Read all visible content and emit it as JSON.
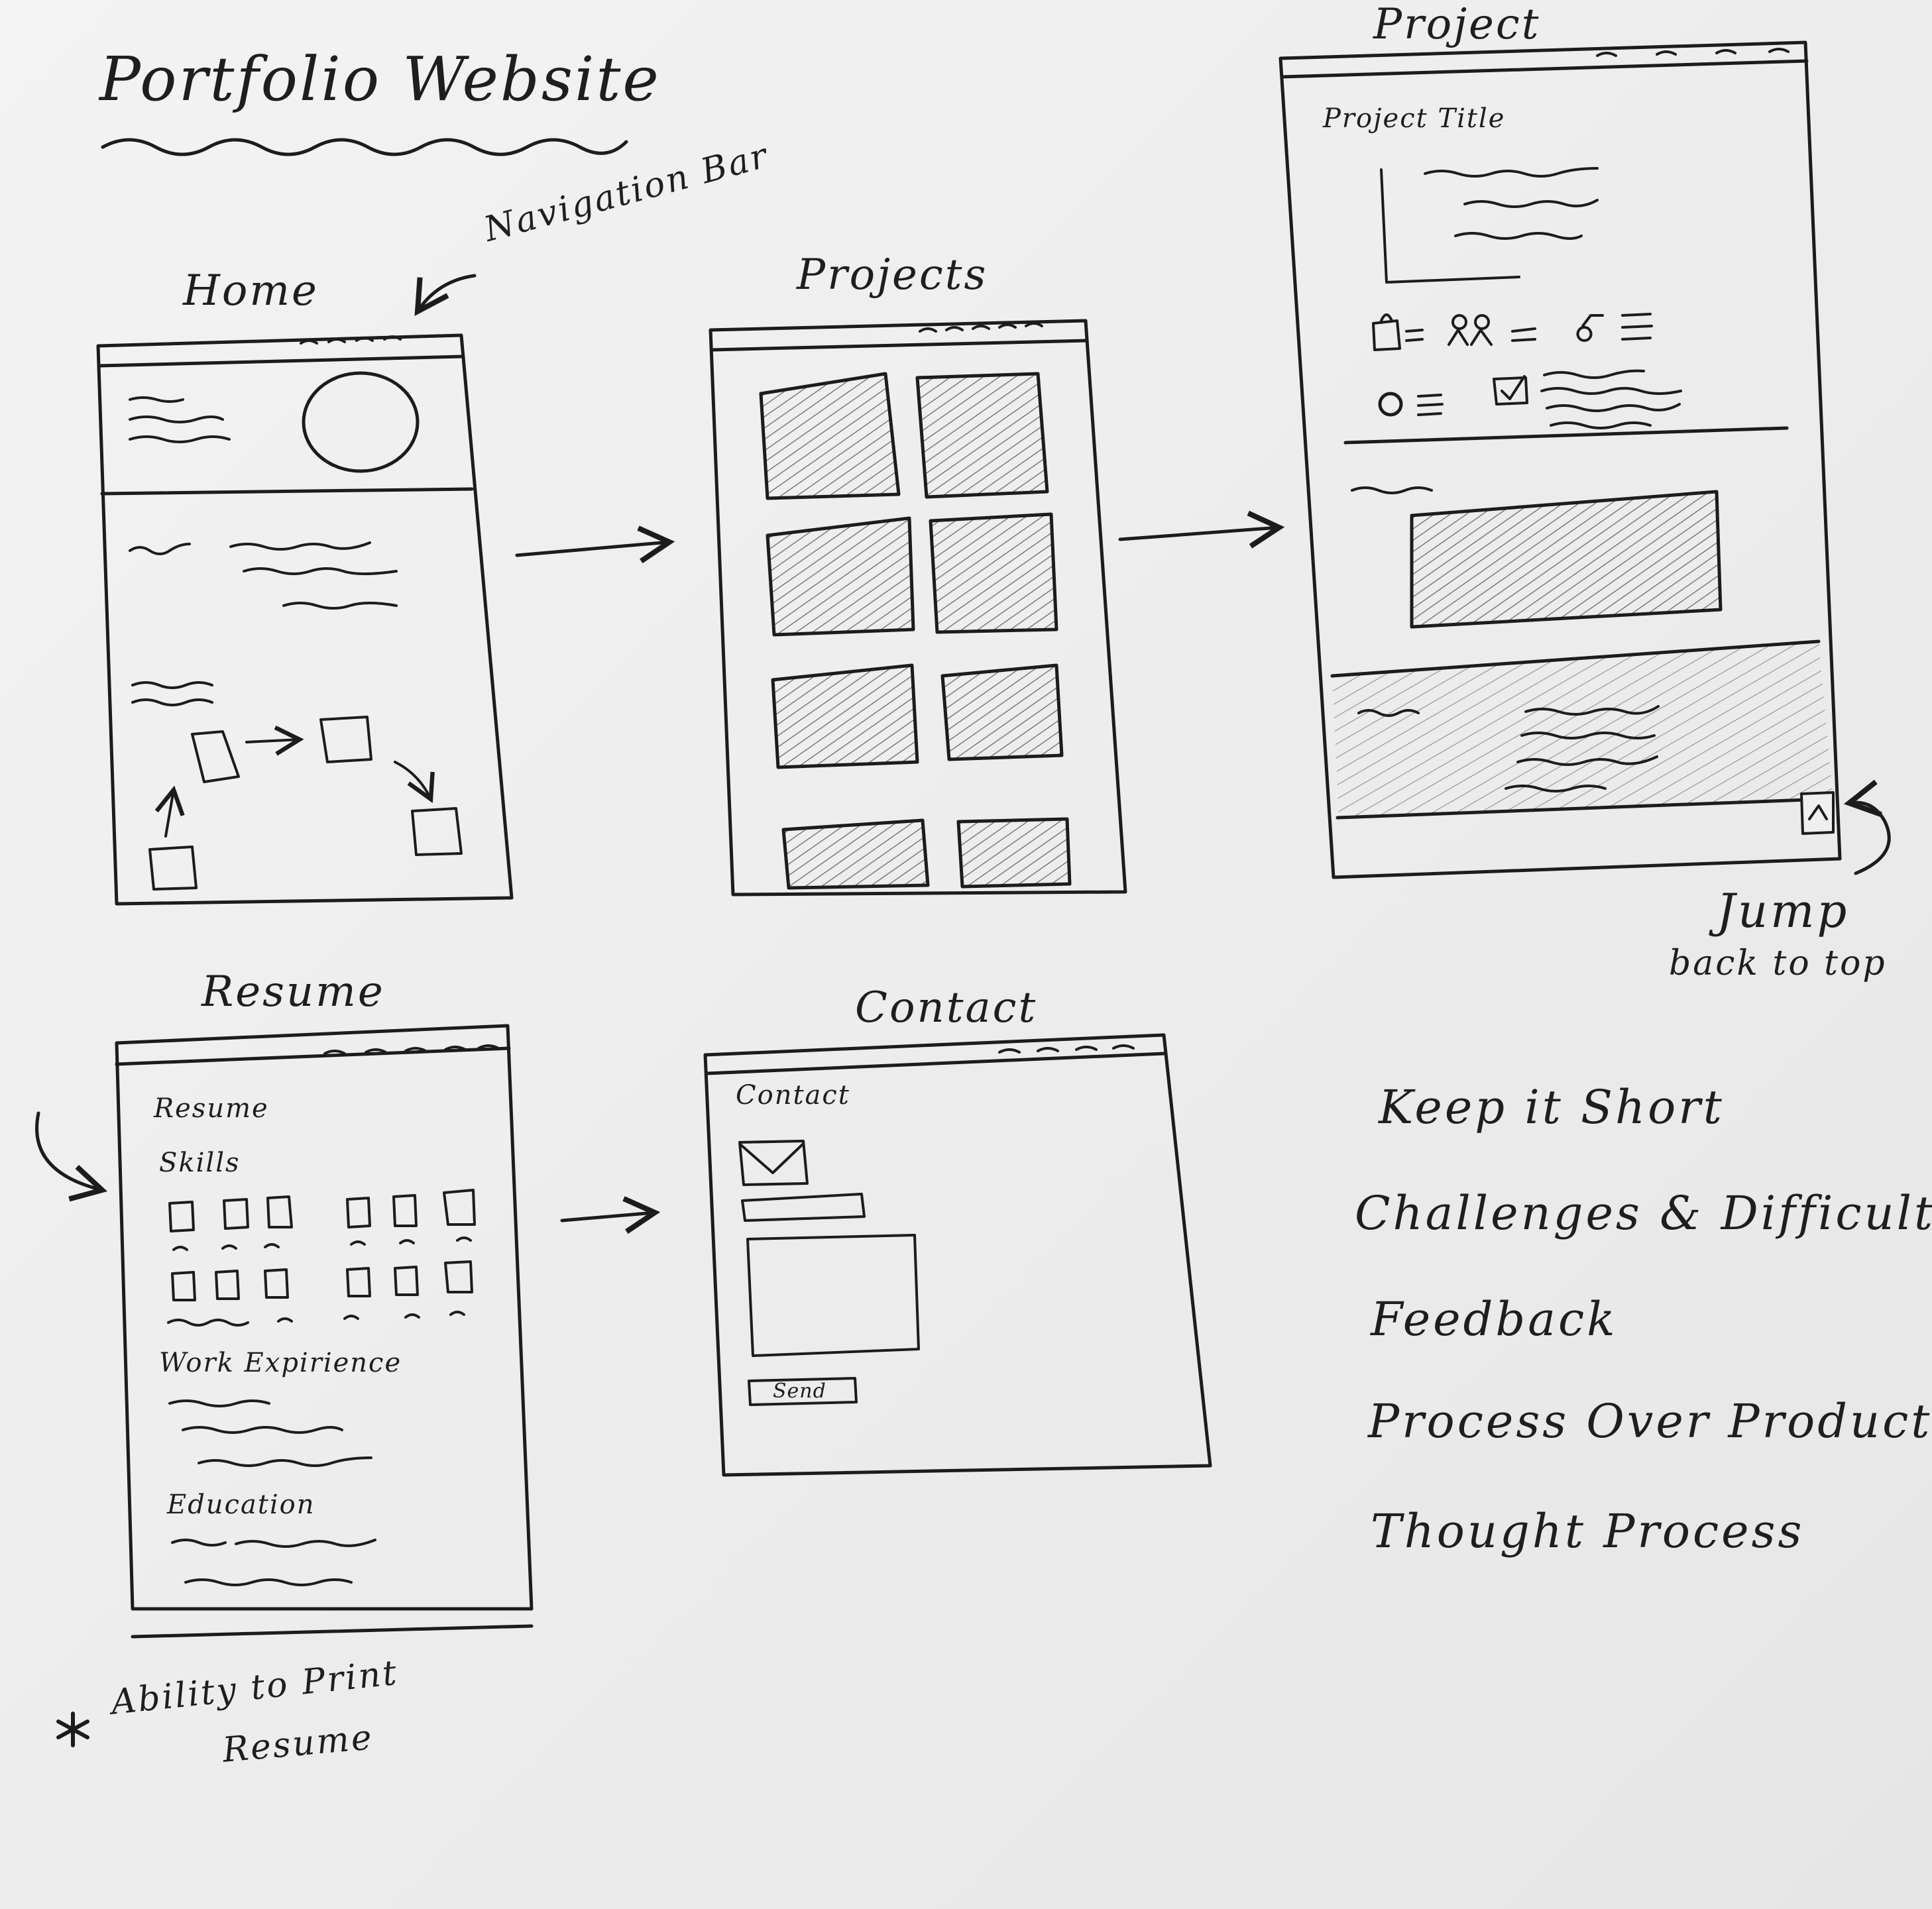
{
  "title": "Portfolio Website",
  "annotations": {
    "nav_bar": "Navigation Bar",
    "jump_line1": "Jump",
    "jump_line2": "back to top",
    "print_line1": "Ability to Print",
    "print_line2": "Resume"
  },
  "screens": {
    "home": {
      "title": "Home"
    },
    "projects": {
      "title": "Projects"
    },
    "project": {
      "title": "Project",
      "heading": "Project Title"
    },
    "resume": {
      "title": "Resume",
      "heading": "Resume",
      "skills": "Skills",
      "work": "Work Expirience",
      "education": "Education"
    },
    "contact": {
      "title": "Contact",
      "heading": "Contact",
      "send": "Send"
    }
  },
  "notes": [
    "Keep it Short",
    "Challenges & Difficulties",
    "Feedback",
    "Process Over Product",
    "Thought Process"
  ],
  "colors": {
    "ink": "#1c1c1c",
    "paper": "#efefef",
    "shade": "#8a8a8a"
  }
}
